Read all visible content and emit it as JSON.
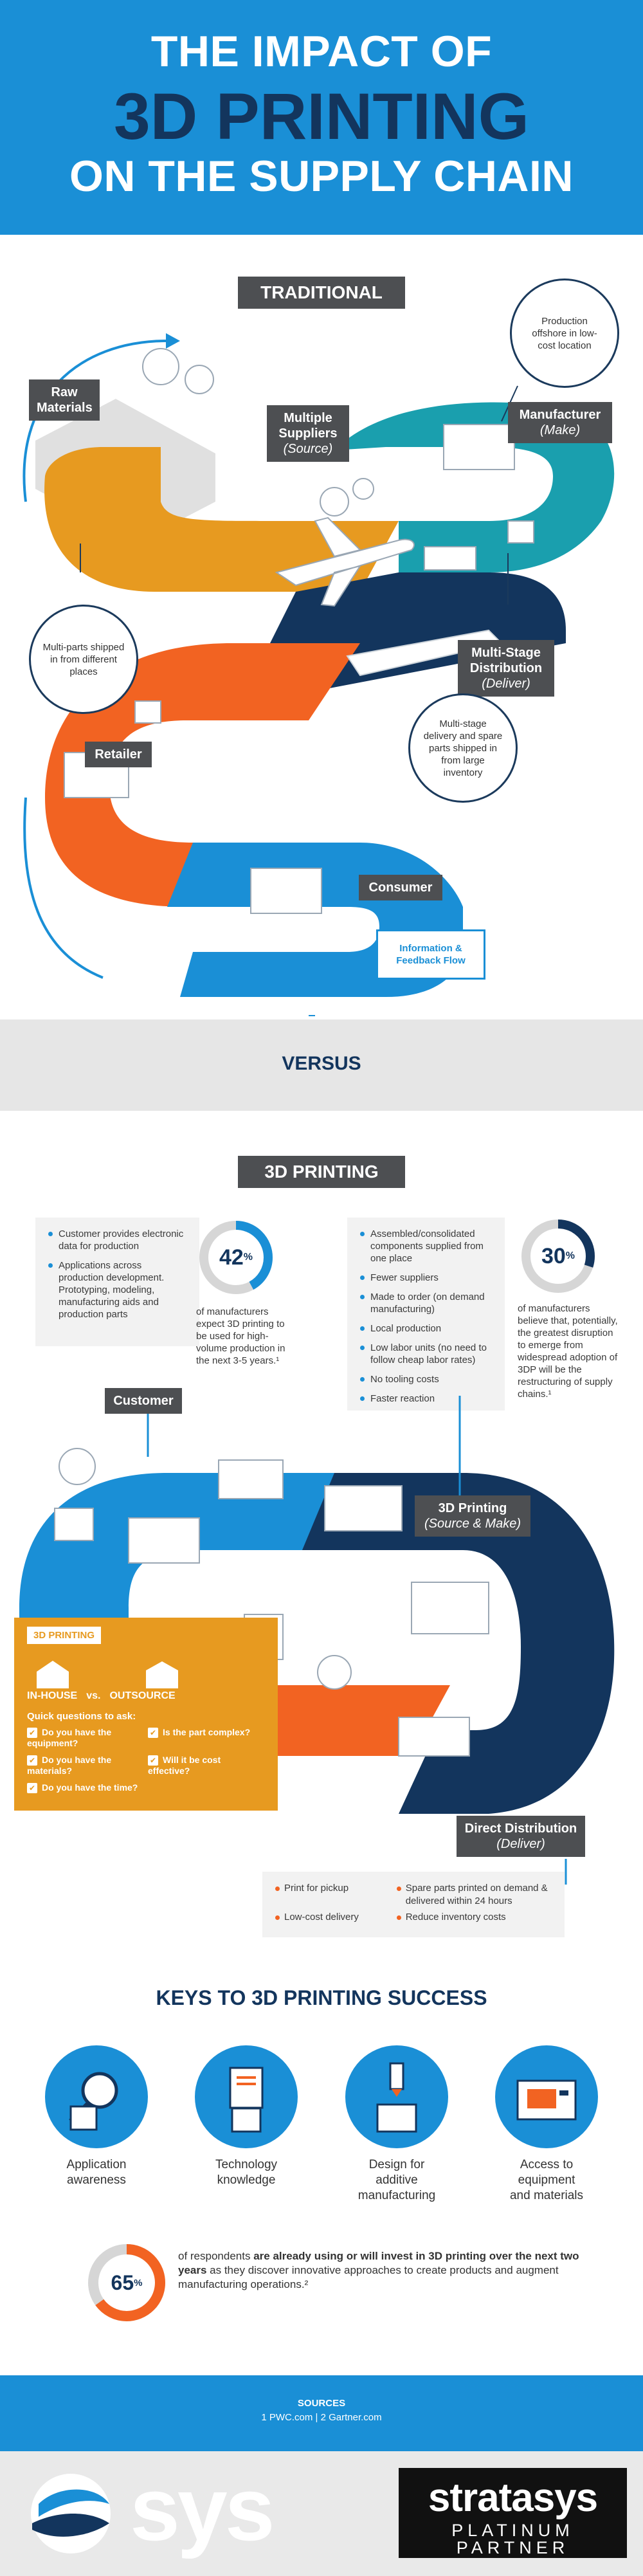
{
  "header": {
    "line1": "THE IMPACT OF",
    "line2": "3D PRINTING",
    "line3": "ON THE SUPPLY CHAIN"
  },
  "traditional": {
    "title": "TRADITIONAL",
    "raw_materials": "Raw\nMaterials",
    "multiple_suppliers": "Multiple\nSuppliers",
    "multiple_suppliers_sub": "(Source)",
    "manufacturer": "Manufacturer",
    "manufacturer_sub": "(Make)",
    "distribution": "Multi-Stage\nDistribution",
    "distribution_sub": "(Deliver)",
    "retailer": "Retailer",
    "consumer": "Consumer",
    "bubble_offshore": "Production offshore in low-cost location",
    "bubble_multiparts": "Multi-parts shipped in from different places",
    "bubble_multistage": "Multi-stage delivery and spare parts shipped in from large inventory",
    "info_flow": "Information &\nFeedback Flow"
  },
  "versus": "VERSUS",
  "printing": {
    "title": "3D PRINTING",
    "left_panel": [
      "Customer provides electronic data for production",
      "Applications across production development. Prototyping, modeling, manufacturing aids and production parts"
    ],
    "stat1_value": "42",
    "stat1_unit": "%",
    "stat1_percent": 42,
    "stat1_text": "of manufacturers expect 3D printing to be used for high-volume production in the next 3-5 years.¹",
    "right_panel": [
      "Assembled/consolidated components supplied from one place",
      "Fewer suppliers",
      "Made to order (on demand manufacturing)",
      "Local production",
      "Low labor units (no need to follow cheap labor rates)",
      "No tooling costs",
      "Faster reaction"
    ],
    "stat2_value": "30",
    "stat2_unit": "%",
    "stat2_percent": 30,
    "stat2_text": "of manufacturers believe that, potentially, the greatest disruption to emerge from widespread adoption of 3DP will be the restructuring of supply chains.¹",
    "customer": "Customer",
    "source_make": "3D Printing",
    "source_make_sub": "(Source & Make)",
    "direct_distribution": "Direct Distribution",
    "direct_distribution_sub": "(Deliver)",
    "orange_box": {
      "chip": "3D PRINTING",
      "inhouse": "IN-HOUSE",
      "vs": "vs.",
      "outsource": "OUTSOURCE",
      "questions_title": "Quick questions to ask:",
      "questions": [
        "Do you have the equipment?",
        "Is the part complex?",
        "Do you have the materials?",
        "Will it be cost effective?",
        "Do you have the time?",
        ""
      ]
    },
    "dist_list": [
      "Print for pickup",
      "Spare parts printed on demand & delivered within 24 hours",
      "Low-cost delivery",
      "Reduce inventory costs"
    ]
  },
  "keys": {
    "title": "KEYS TO 3D PRINTING SUCCESS",
    "items": [
      {
        "label": "Application\nawareness",
        "icon": "magnifier-cube-icon"
      },
      {
        "label": "Technology\nknowledge",
        "icon": "document-cube-icon"
      },
      {
        "label": "Design for\nadditive\nmanufacturing",
        "icon": "print-head-cube-icon"
      },
      {
        "label": "Access to\nequipment\nand materials",
        "icon": "printer-icon"
      }
    ]
  },
  "footer_stat": {
    "value": "65",
    "unit": "%",
    "percent": 65,
    "text_pre": "of respondents ",
    "text_bold": "are already using or will invest in 3D printing over the next two years",
    "text_post": " as they discover innovative approaches to create products and augment manufacturing operations.²"
  },
  "sources": {
    "title": "SOURCES",
    "value": "1  PWC.com   |   2 Gartner.com"
  },
  "logos": {
    "sys": "sys",
    "stratasys": "stratasys",
    "partner": "PLATINUM PARTNER"
  },
  "colors": {
    "brand_blue": "#1a8fd6",
    "navy": "#13355d",
    "orange": "#f26322",
    "gold": "#e79a20",
    "teal": "#1a9fae"
  }
}
